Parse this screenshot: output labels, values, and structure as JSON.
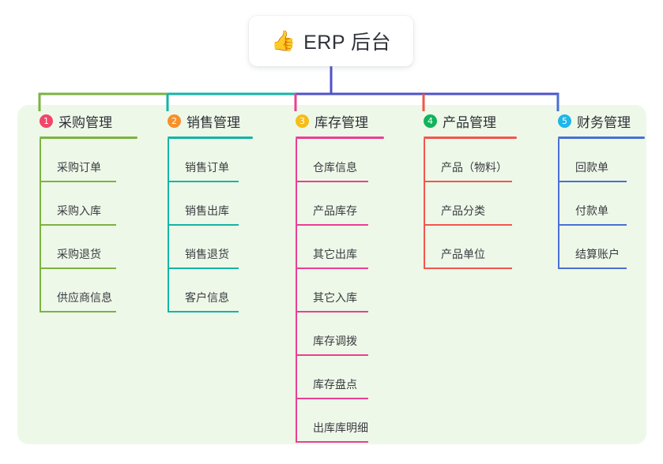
{
  "root": {
    "icon": "thumbs-up-icon",
    "emoji": "👍",
    "title": "ERP 后台"
  },
  "palette": {
    "panel_bg": "#eef8e8",
    "page_bg": "#ffffff",
    "stem": "#4f52c9",
    "text": "#2d2f36"
  },
  "columns": [
    {
      "number": "1",
      "title": "采购管理",
      "badge_color": "#f2456a",
      "line_color": "#7cb342",
      "connector_color": "#7cb342",
      "items": [
        {
          "label": "采购订单"
        },
        {
          "label": "采购入库"
        },
        {
          "label": "采购退货"
        },
        {
          "label": "供应商信息"
        }
      ]
    },
    {
      "number": "2",
      "title": "销售管理",
      "badge_color": "#f7902b",
      "line_color": "#14b5a6",
      "connector_color": "#14b5a6",
      "items": [
        {
          "label": "销售订单"
        },
        {
          "label": "销售出库"
        },
        {
          "label": "销售退货"
        },
        {
          "label": "客户信息"
        }
      ]
    },
    {
      "number": "3",
      "title": "库存管理",
      "badge_color": "#f5bd18",
      "line_color": "#ea3f92",
      "connector_color": "#ea3f92",
      "items": [
        {
          "label": "仓库信息"
        },
        {
          "label": "产品库存"
        },
        {
          "label": "其它出库"
        },
        {
          "label": "其它入库"
        },
        {
          "label": "库存调拨"
        },
        {
          "label": "库存盘点"
        },
        {
          "label": "出库库明细"
        }
      ]
    },
    {
      "number": "4",
      "title": "产品管理",
      "badge_color": "#12b35c",
      "line_color": "#f2554e",
      "connector_color": "#f2554e",
      "items": [
        {
          "label": "产品（物料）"
        },
        {
          "label": "产品分类"
        },
        {
          "label": "产品单位"
        }
      ]
    },
    {
      "number": "5",
      "title": "财务管理",
      "badge_color": "#1fb6ea",
      "line_color": "#4a6fd4",
      "connector_color": "#4a6fd4",
      "items": [
        {
          "label": "回款单"
        },
        {
          "label": "付款单"
        },
        {
          "label": "结算账户"
        }
      ]
    }
  ]
}
